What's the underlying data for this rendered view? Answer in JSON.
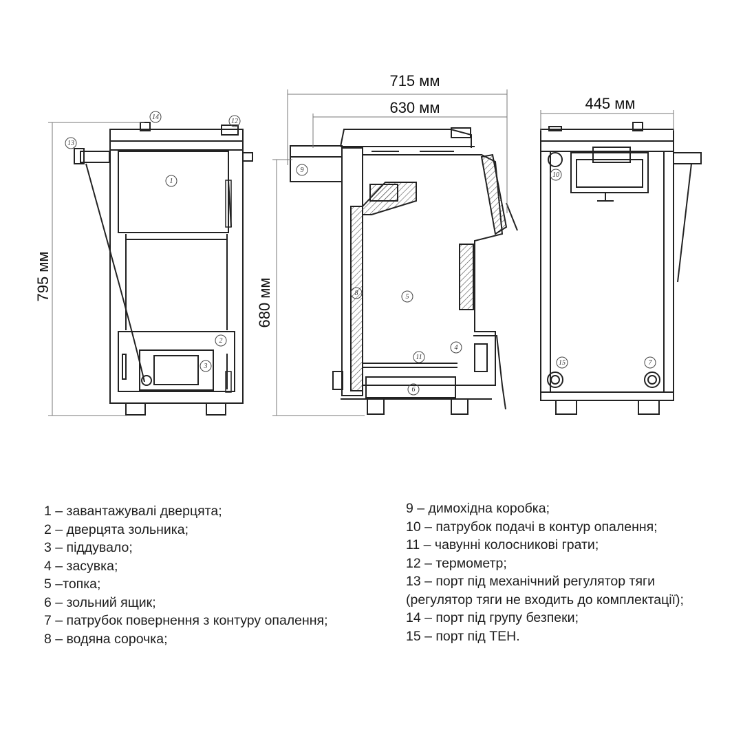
{
  "dimensions": {
    "total_width": "715 мм",
    "body_depth": "630 мм",
    "side_width": "445 мм",
    "total_height": "795 мм",
    "body_height": "680 мм"
  },
  "callouts": {
    "front": [
      "1",
      "2",
      "3",
      "12",
      "13",
      "14"
    ],
    "side": [
      "4",
      "5",
      "6",
      "8",
      "9",
      "11"
    ],
    "back": [
      "7",
      "10",
      "15"
    ]
  },
  "legend": {
    "left": [
      "1 – завантажувалі дверцята;",
      "2 – дверцята зольника;",
      "3 – піддувало;",
      "4 – засувка;",
      "5 –топка;",
      "6 – зольний ящик;",
      "7 – патрубок повернення з контуру опалення;",
      "8 – водяна сорочка;"
    ],
    "right": [
      "9 – димохідна коробка;",
      "10 – патрубок подачі в контур опалення;",
      "11 – чавунні колосникові грати;",
      "12 – термометр;",
      "13 – порт під механічний регулятор тяги",
      "(регулятор тяги не входить до комплектації);",
      "14 – порт під групу безпеки;",
      "15 – порт під ТЕН."
    ]
  },
  "colors": {
    "line": "#222222",
    "dim_line": "#777777",
    "hatch": "#555555"
  }
}
